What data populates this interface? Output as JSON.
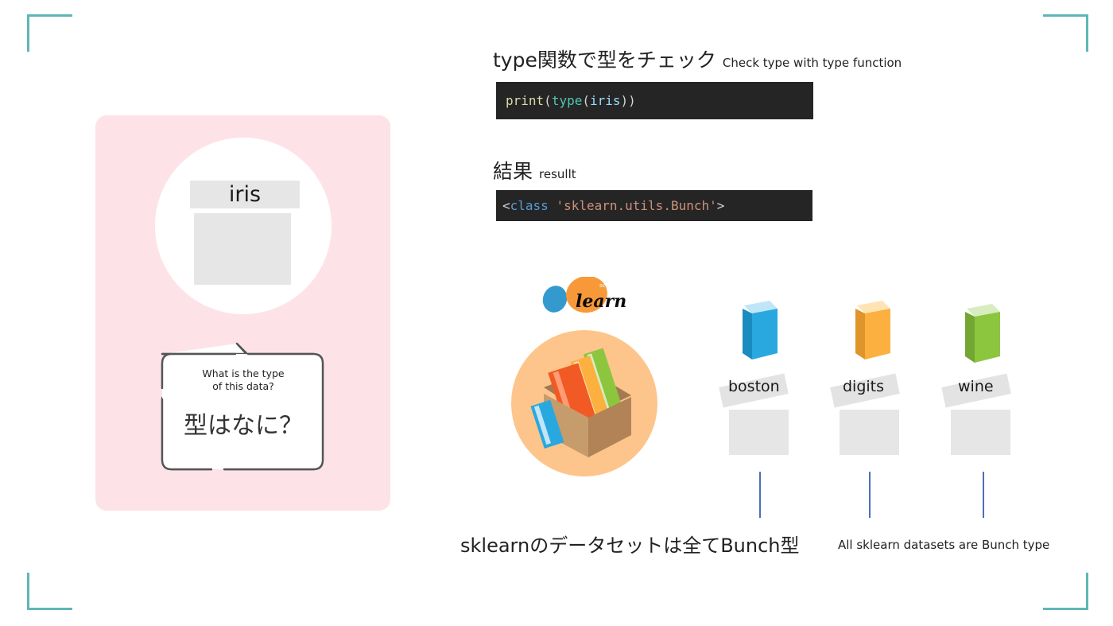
{
  "colors": {
    "accent_corner": "#5fb6b9",
    "panel_bg": "#fde3e8",
    "book_blue": "#29a8e0",
    "book_orange": "#fbb040",
    "book_green": "#8cc63f",
    "connector_line": "#4c6fb7"
  },
  "left": {
    "data_label": "iris",
    "bubble_en_line1": "What is the type",
    "bubble_en_line2": "of this data?",
    "bubble_jp": "型はなに？"
  },
  "section1": {
    "title_jp": "type関数で型をチェック",
    "title_en": "Check type with type function",
    "code": {
      "fn": "print",
      "p1": "(",
      "type_fn": "type",
      "p2": "(",
      "var": "iris",
      "p3": "))"
    }
  },
  "section2": {
    "title_jp": "結果",
    "title_en": "resullt",
    "code": {
      "lt": "<",
      "kw": "class",
      "str": "'sklearn.utils.Bunch'",
      "gt": ">"
    }
  },
  "logo": {
    "small": "scikit",
    "big": "learn",
    "icon": "scikit-learn-logo-icon"
  },
  "datasets": [
    {
      "name": "boston",
      "book_icon": "book-blue-icon"
    },
    {
      "name": "digits",
      "book_icon": "book-orange-icon"
    },
    {
      "name": "wine",
      "book_icon": "book-green-icon"
    }
  ],
  "footer": {
    "jp": "sklearnのデータセットは全てBunch型",
    "en": "All sklearn datasets are Bunch type"
  }
}
